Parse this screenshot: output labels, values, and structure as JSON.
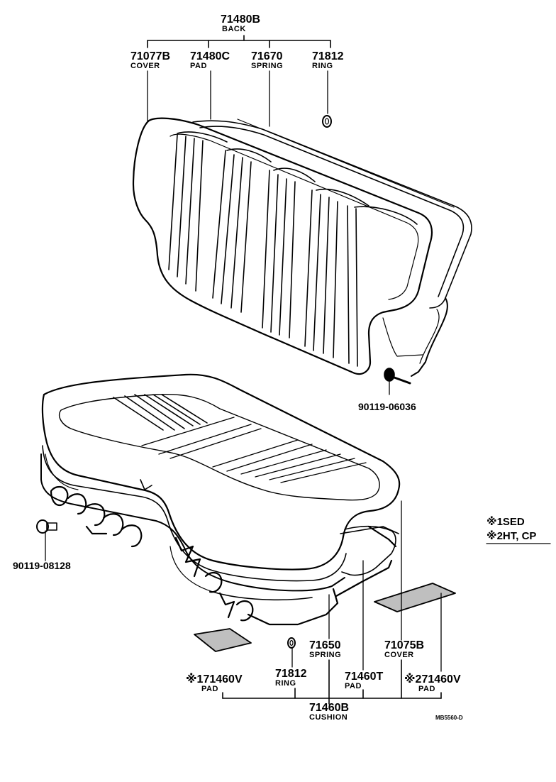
{
  "back": {
    "part": "71480B",
    "name": "BACK"
  },
  "back_parts": [
    {
      "part": "71077B",
      "name": "COVER"
    },
    {
      "part": "71480C",
      "name": "PAD"
    },
    {
      "part": "71670",
      "name": "SPRING"
    },
    {
      "part": "71812",
      "name": "RING"
    }
  ],
  "bolt_back": "90119-06036",
  "bolt_cushion": "90119-08128",
  "legend": {
    "line1": "※1SED",
    "line2": "※2HT, CP"
  },
  "cushion": {
    "part": "71460B",
    "name": "CUSHION"
  },
  "cushion_parts": [
    {
      "part": "※171460V",
      "name": "PAD"
    },
    {
      "part": "71812",
      "name": "RING"
    },
    {
      "part": "71650",
      "name": "SPRING"
    },
    {
      "part": "71460T",
      "name": "PAD"
    },
    {
      "part": "71075B",
      "name": "COVER"
    },
    {
      "part": "※271460V",
      "name": "PAD"
    }
  ],
  "drawing_code": "MB5560-D"
}
